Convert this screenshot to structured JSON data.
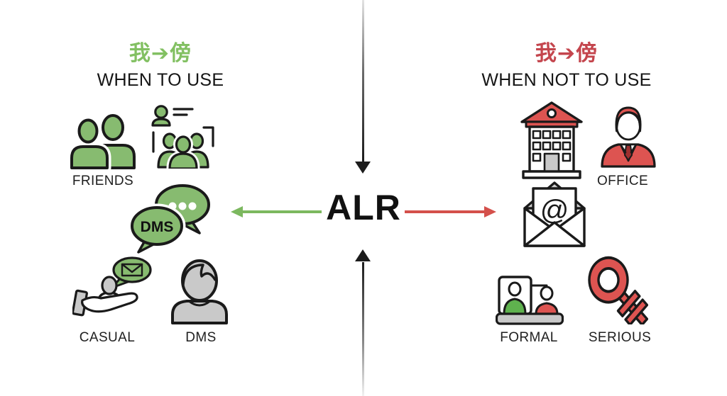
{
  "center": {
    "label": "ALR"
  },
  "left": {
    "heading_zh": "我➔傍",
    "heading": "WHEN TO USE",
    "friends_label": "FRIENDS",
    "bubble_text": "DMS",
    "casual_label": "CASUAL",
    "dms_label": "DMS",
    "icons": [
      "friends-icon",
      "group-meeting-icon",
      "chat-bubbles-icon",
      "casual-chat-icon",
      "person-avatar-icon"
    ]
  },
  "right": {
    "heading_zh": "我➔傍",
    "heading": "WHEN NOT TO USE",
    "office_label": "OFFICE",
    "formal_label": "FORMAL",
    "serious_label": "SERIOUS",
    "envelope_symbol": "@",
    "icons": [
      "school-building-icon",
      "businessman-icon",
      "email-envelope-icon",
      "video-call-icon",
      "female-symbol-icon"
    ]
  },
  "colors": {
    "green_heading": "#82c062",
    "green_icon_fill": "#87bb70",
    "green_shirt": "#5fb24e",
    "green_arrow": "#7cb85f",
    "red_heading": "#c4454d",
    "red_icon_fill": "#dd5451",
    "red_arrow": "#d4504b",
    "outline": "#1a1a1a",
    "gray_fill": "#c9c9c9"
  }
}
